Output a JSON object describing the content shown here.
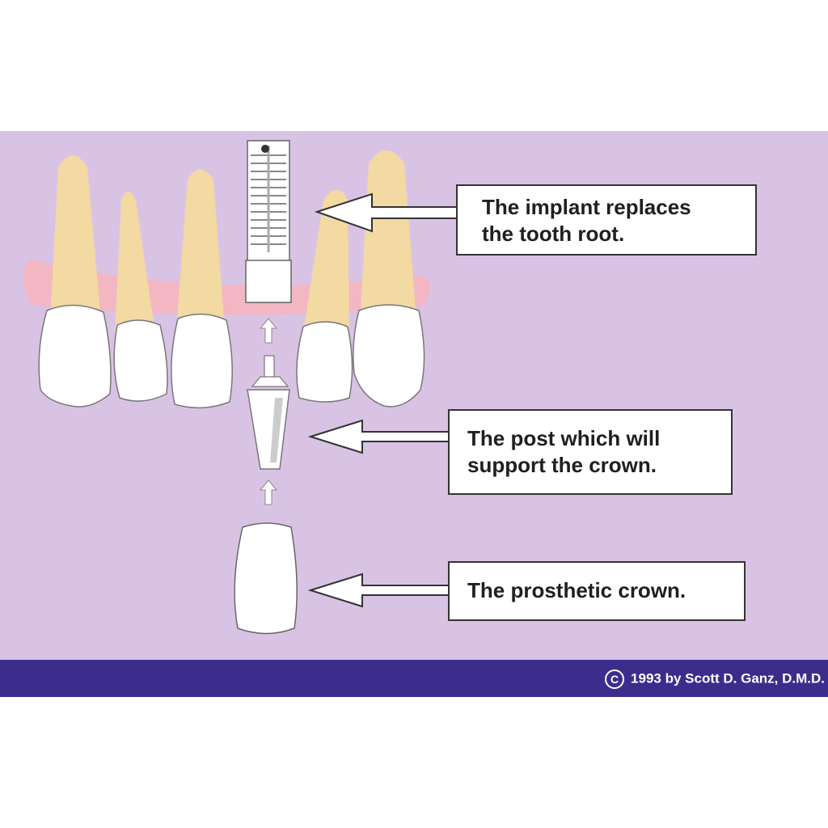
{
  "callouts": {
    "implant": [
      "The implant replaces",
      "the tooth root."
    ],
    "post": [
      "The post which will",
      "support the crown."
    ],
    "crown": [
      "The prosthetic crown."
    ]
  },
  "footer": {
    "copyright_symbol": "C",
    "copyright_text": "1993 by Scott D. Ganz, D.M.D."
  },
  "colors": {
    "background": "#d9c3e5",
    "gum": "#f3b6c3",
    "root": "#f3d9a2",
    "footer_band": "#3c2d8c"
  }
}
